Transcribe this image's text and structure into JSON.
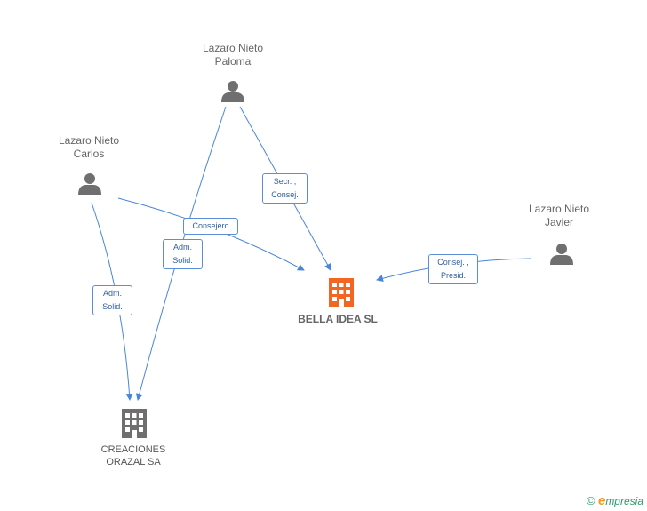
{
  "persons": {
    "paloma": {
      "line1": "Lazaro Nieto",
      "line2": "Paloma"
    },
    "carlos": {
      "line1": "Lazaro Nieto",
      "line2": "Carlos"
    },
    "javier": {
      "line1": "Lazaro Nieto",
      "line2": "Javier"
    }
  },
  "companies": {
    "bella": {
      "name": "BELLA IDEA SL"
    },
    "creaciones": {
      "line1": "CREACIONES",
      "line2": "ORAZAL SA"
    }
  },
  "edges": {
    "paloma_bella": {
      "line1": "Secr. ,",
      "line2": "Consej."
    },
    "carlos_bella": {
      "line1": "Consejero"
    },
    "paloma_creaciones": {
      "line1": "Adm.",
      "line2": "Solid."
    },
    "carlos_creaciones": {
      "line1": "Adm.",
      "line2": "Solid."
    },
    "javier_bella": {
      "line1": "Consej. ,",
      "line2": "Presid."
    }
  },
  "footer": {
    "copyright": "©",
    "brand_initial": "e",
    "brand_rest": "mpresia"
  },
  "colors": {
    "edge": "#4a86d8",
    "person_icon": "#6f6f6f",
    "company_highlight": "#f26522",
    "company_default": "#6f6f6f"
  }
}
